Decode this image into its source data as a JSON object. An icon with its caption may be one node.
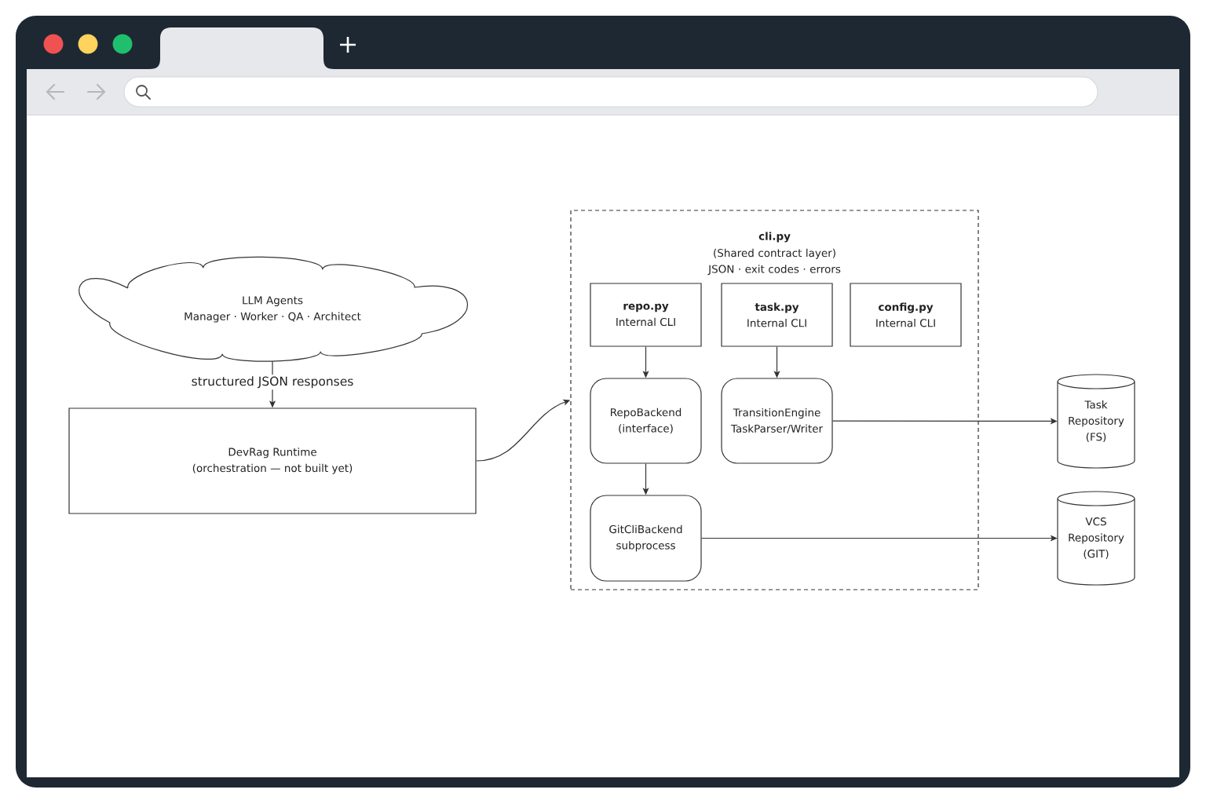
{
  "diagram": {
    "nodes": [
      {
        "text": [
          "LLM Agents",
          "Manager · Worker · QA · Architect"
        ]
      },
      {
        "text": [
          "DevRag Runtime",
          "(orchestration — not built yet)"
        ]
      },
      {
        "text": [
          "cli.py",
          "(Shared contract layer) JSON · exit codes · errors"
        ]
      },
      {
        "text": [
          "repo.py",
          "Internal CLI"
        ],
        "in": 2
      },
      {
        "text": [
          "task.py",
          "Internal CLI"
        ],
        "in": 2
      },
      {
        "text": [
          "config.py",
          "Internal CLI"
        ],
        "in": 2
      },
      {
        "text": [
          "RepoBackend",
          "(interface)"
        ],
        "in": 2
      },
      {
        "text": [
          "TransitionEngine",
          "TaskParser/Writer"
        ],
        "in": 2
      },
      {
        "text": [
          "GitCliBackend",
          "subprocess"
        ],
        "in": 2
      },
      {
        "text": [
          "Task Repository (FS)"
        ]
      },
      {
        "text": [
          "VCS Repository (GIT)"
        ]
      }
    ],
    "edges": [
      {
        "from": 0,
        "to": 1,
        "arrow": "to",
        "label": "structured JSON responses"
      },
      {
        "from": 1,
        "to": 2,
        "arrow": "to"
      },
      {
        "from": 3,
        "to": 6,
        "arrow": "to"
      },
      {
        "from": 4,
        "to": 7,
        "arrow": "to"
      },
      {
        "from": 6,
        "to": 8,
        "arrow": "to"
      },
      {
        "from": 7,
        "to": 9,
        "arrow": "to"
      },
      {
        "from": 8,
        "to": 10,
        "arrow": "to"
      }
    ]
  }
}
